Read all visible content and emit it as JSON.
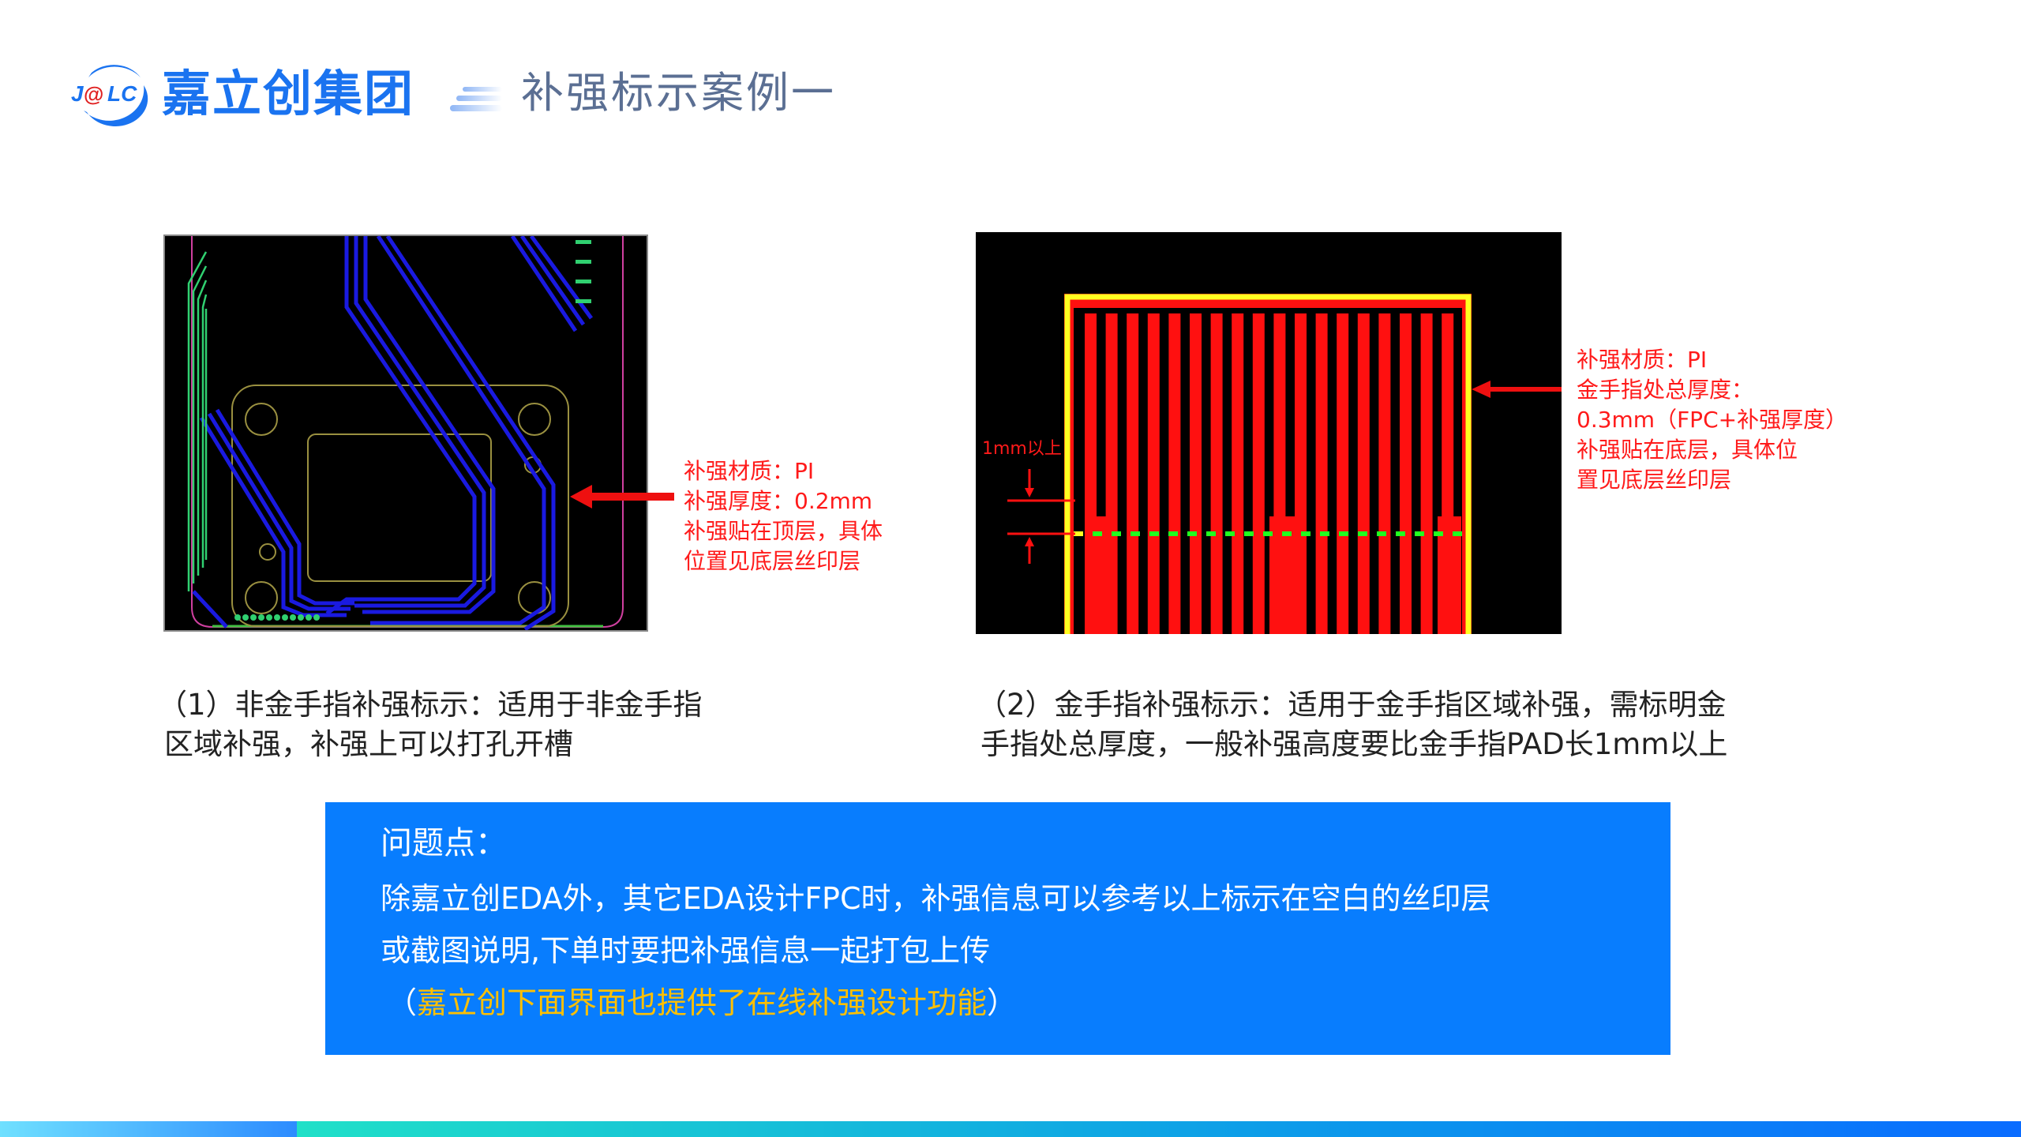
{
  "header": {
    "logo_text": "J@LC",
    "brand": "嘉立创集团",
    "title": "补强标示案例一"
  },
  "example1": {
    "notes": [
      "补强材质：PI",
      "补强厚度：0.2mm",
      "补强贴在顶层，具体",
      "位置见底层丝印层"
    ],
    "caption": [
      "（1）非金手指补强标示：适用于非金手指",
      "区域补强，补强上可以打孔开槽"
    ]
  },
  "example2": {
    "dimension_label": "1mm以上",
    "notes": [
      "补强材质：PI",
      "金手指处总厚度：",
      "0.3mm（FPC+补强厚度）",
      "补强贴在底层，具体位",
      "置见底层丝印层"
    ],
    "caption": [
      "（2）金手指补强标示：适用于金手指区域补强，需标明金",
      "手指处总厚度，一般补强高度要比金手指PAD长1mm以上"
    ]
  },
  "problem": {
    "heading": "问题点：",
    "lines": [
      "除嘉立创EDA外，其它EDA设计FPC时，补强信息可以参考以上标示在空白的丝印层",
      "或截图说明,下单时要把补强信息一起打包上传"
    ],
    "note_open": "（",
    "note_highlight": "嘉立创下面界面也提供了在线补强设计功能",
    "note_close": "）"
  },
  "colors": {
    "brand_blue": "#1a73f0",
    "title_gray": "#5b6f93",
    "annotation_red": "#ff1a1a",
    "box_blue": "#087dfe",
    "highlight": "#ffc000"
  }
}
